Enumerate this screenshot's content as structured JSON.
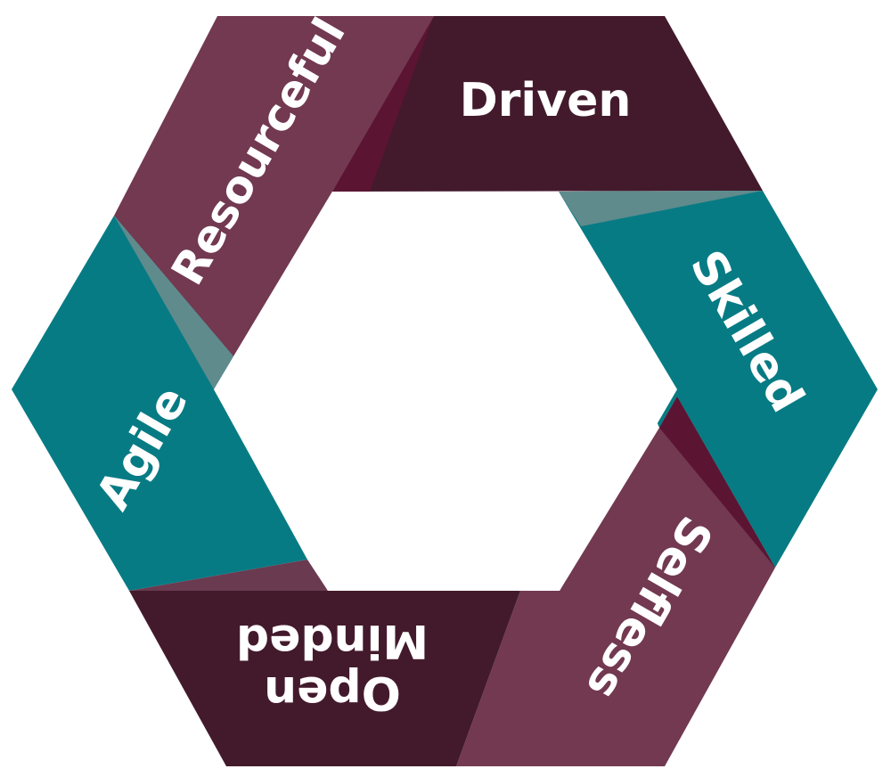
{
  "segments": [
    {
      "id": "driven",
      "label": "Driven",
      "color": "#431a2c"
    },
    {
      "id": "skilled",
      "label": "Skilled",
      "color": "#077b84"
    },
    {
      "id": "selfless",
      "label": "Selfless",
      "color": "#723951"
    },
    {
      "id": "open-minded",
      "label": "Open Minded",
      "label_lines": [
        "Open",
        "Minded"
      ],
      "color": "#431a2c"
    },
    {
      "id": "agile",
      "label": "Agile",
      "color": "#077b84"
    },
    {
      "id": "resourceful",
      "label": "Resourceful",
      "color": "#723951"
    }
  ],
  "fold_colors": {
    "dark_fold": "#5b1432",
    "teal_fold": "#5f8b8d",
    "plum_fold": "#6a3a50"
  }
}
